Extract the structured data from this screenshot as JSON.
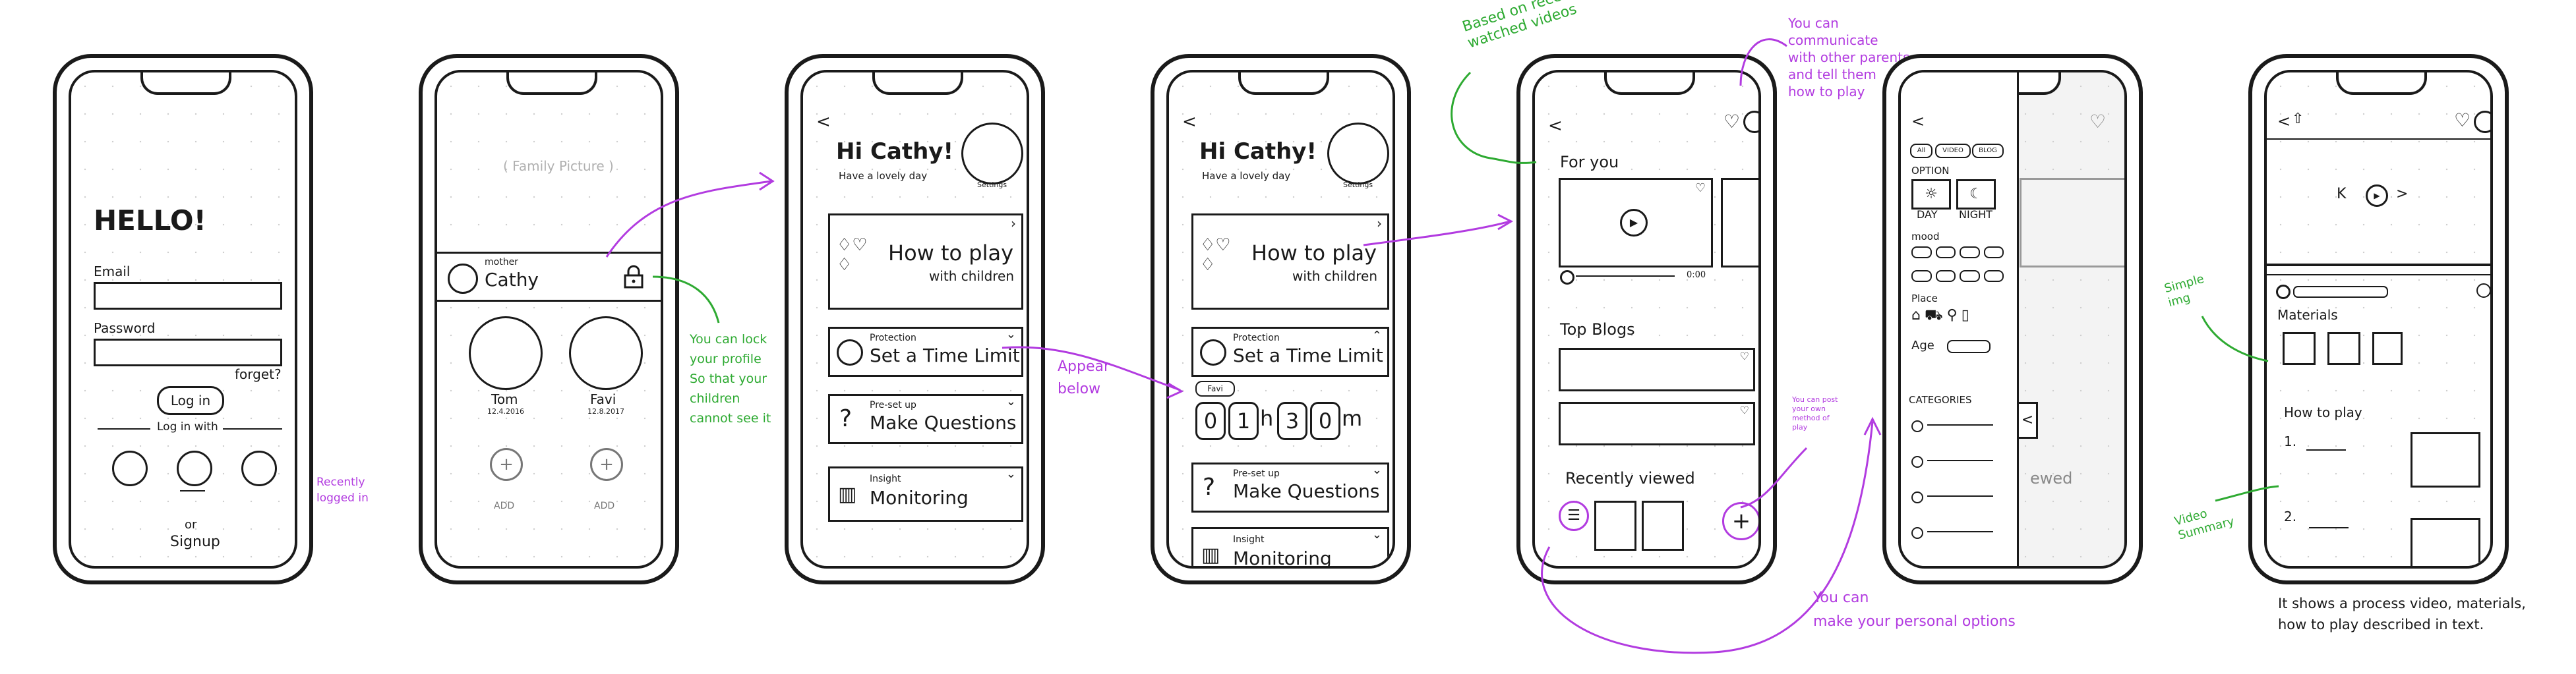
{
  "colors": {
    "ink": "#1a1a1a",
    "annotation_green": "#2eaa32",
    "annotation_purple": "#b23be0"
  },
  "screen1": {
    "greeting": "HELLO!",
    "email_label": "Email",
    "password_label": "Password",
    "forgot": "forget?",
    "login_button": "Log in",
    "login_with": "Log in with",
    "or": "or",
    "signup": "Signup",
    "note_recent": "Recently\nlogged in"
  },
  "screen2": {
    "family_picture": "( Family Picture )",
    "mother_role": "mother",
    "mother_name": "Cathy",
    "children": [
      {
        "name": "Tom",
        "date": "12.4.2016"
      },
      {
        "name": "Favi",
        "date": "12.8.2017"
      }
    ],
    "add_label": "ADD",
    "note_lock": "You can lock\nyour profile\nSo that your\nchildren\ncannot see it"
  },
  "screen3": {
    "greeting": "Hi Cathy!",
    "subtitle": "Have a lovely day",
    "avatar_caption": "Settings",
    "cards": [
      {
        "small": "",
        "title": "How to play",
        "sub": "with children"
      },
      {
        "small": "Protection",
        "title": "Set a Time Limit"
      },
      {
        "small": "Pre-set up",
        "title": "Make Questions"
      },
      {
        "small": "Insight",
        "title": "Monitoring"
      }
    ],
    "note_appear": "Appear\nbelow"
  },
  "screen4": {
    "greeting": "Hi Cathy!",
    "subtitle": "Have a lovely day",
    "avatar_caption": "Settings",
    "child_chip": "Favi",
    "time_digits": [
      "0",
      "1",
      "3",
      "0"
    ],
    "time_h": "h",
    "time_m": "m",
    "cards": [
      {
        "small": "",
        "title": "How to play",
        "sub": "with children"
      },
      {
        "small": "Protection",
        "title": "Set a Time Limit"
      },
      {
        "small": "Pre-set up",
        "title": "Make Questions"
      },
      {
        "small": "Insight",
        "title": "Monitoring"
      }
    ]
  },
  "screen5": {
    "for_you": "For you",
    "top_blogs": "Top Blogs",
    "recently_viewed": "Recently viewed",
    "video_time": "0:00",
    "note_based": "Based on recently\nwatched videos",
    "note_communicate": "You can\ncommunicate\nwith other parents\nand tell them\nhow to play",
    "note_post": "You can post\nyour own\nmethod of\nplay",
    "note_personal": "You can\nmake your personal options"
  },
  "screen6": {
    "filters": [
      "All",
      "VIDEO",
      "BLOG"
    ],
    "option": "OPTION",
    "day": "DAY",
    "night": "NIGHT",
    "mood": "mood",
    "place": "Place",
    "age": "Age",
    "categories": "CATEGORIES",
    "viewed_peek": "ewed"
  },
  "screen7": {
    "materials": "Materials",
    "how_to_play": "How to play",
    "steps": [
      "1.",
      "2."
    ],
    "note_simple": "Simple\nimg",
    "note_video": "Video\nSummary",
    "caption": "It shows a process video, materials,\nhow to play described in text."
  }
}
